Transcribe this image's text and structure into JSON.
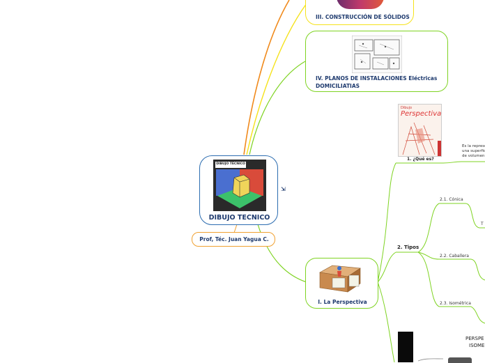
{
  "central": {
    "badge_text": "DIBUJO TÉCNICO",
    "title": "DIBUJO TECNICO"
  },
  "author": "Prof, Téc. Juan Yagua C.",
  "branches": {
    "solidos": "III. CONSTRUCCIÓN DE SÓLIDOS",
    "planos": "IV. PLANOS DE INSTALACIONES Eléctricas DOMICILIATIAS",
    "perspectiva": "I. La Perspectiva"
  },
  "perspectiva_children": {
    "que_es": "1. ¿Qué es?",
    "que_es_desc": "Es la represe una superfic de volumen",
    "book_title_small": "Dibujo",
    "book_title_big": "Perspectiva",
    "tipos": "2. Tipos",
    "conica": "2.1. Cónica",
    "conica_child": "T",
    "caballera": "2.2. Caballera",
    "isometrica": "2.3. Isométrica",
    "iso_label_1": "PERSPE",
    "iso_label_2": "ISOME"
  },
  "colors": {
    "orange_line": "#f08a1c",
    "yellow_line": "#f5e21a",
    "green_line": "#7ed321",
    "central_border": "#2b6cb0",
    "author_border": "#f0a030",
    "title_text": "#1e3a6e"
  }
}
